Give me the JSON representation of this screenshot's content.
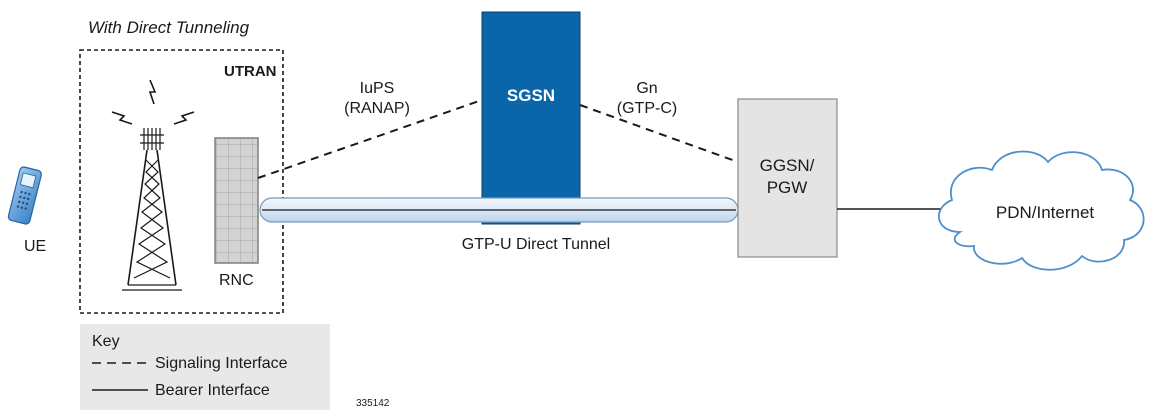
{
  "caption": "With Direct Tunneling",
  "utran": {
    "label": "UTRAN"
  },
  "ue": {
    "label": "UE"
  },
  "rnc": {
    "label": "RNC"
  },
  "sgsn": {
    "label": "SGSN"
  },
  "ggsn": {
    "label_line1": "GGSN/",
    "label_line2": "PGW"
  },
  "pdn": {
    "label": "PDN/Internet"
  },
  "interfaces": {
    "iups_line1": "IuPS",
    "iups_line2": "(RANAP)",
    "gn_line1": "Gn",
    "gn_line2": "(GTP-C)",
    "tunnel": "GTP-U Direct Tunnel"
  },
  "key": {
    "title": "Key",
    "signaling": "Signaling Interface",
    "bearer": "Bearer Interface"
  },
  "figure_id": "335142",
  "colors": {
    "sgsn_fill": "#0a66a8",
    "ggsn_fill": "#e4e4e4",
    "tunnel_fill": "#dbe9f7",
    "key_fill": "#e8e8e8",
    "pdn_stroke": "#4a8fd0"
  }
}
